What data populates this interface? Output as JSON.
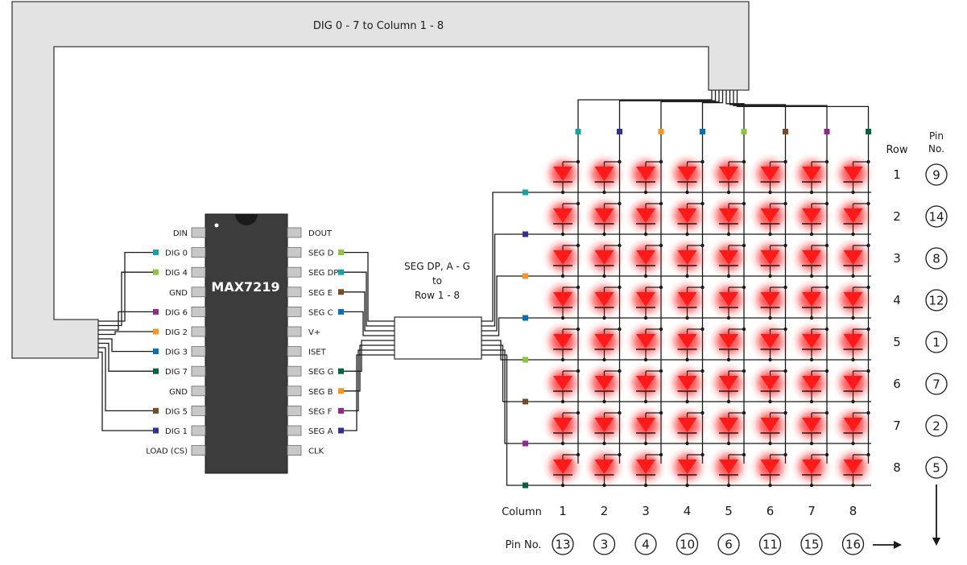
{
  "bus_top_label": "DIG 0 - 7  to  Column 1 - 8",
  "bus_mid_label": [
    "SEG DP, A - G",
    "to",
    "Row 1 - 8"
  ],
  "chip": {
    "name": "MAX7219",
    "left_pins": [
      {
        "label": "DIN",
        "color": ""
      },
      {
        "label": "DIG 0",
        "color": "#16a3a3"
      },
      {
        "label": "DIG 4",
        "color": "#8cc63e"
      },
      {
        "label": "GND",
        "color": ""
      },
      {
        "label": "DIG 6",
        "color": "#92278f"
      },
      {
        "label": "DIG 2",
        "color": "#f7941d"
      },
      {
        "label": "DIG 3",
        "color": "#0072bc"
      },
      {
        "label": "DIG 7",
        "color": "#00643a"
      },
      {
        "label": "GND",
        "color": ""
      },
      {
        "label": "DIG 5",
        "color": "#754c24"
      },
      {
        "label": "DIG 1",
        "color": "#2e3192"
      },
      {
        "label": "LOAD (CS)",
        "color": ""
      }
    ],
    "right_pins": [
      {
        "label": "DOUT",
        "color": ""
      },
      {
        "label": "SEG D",
        "color": "#8cc63e"
      },
      {
        "label": "SEG DP",
        "color": "#16a3a3"
      },
      {
        "label": "SEG E",
        "color": "#754c24"
      },
      {
        "label": "SEG C",
        "color": "#0072bc"
      },
      {
        "label": "V+",
        "color": ""
      },
      {
        "label": "ISET",
        "color": ""
      },
      {
        "label": "SEG G",
        "color": "#00643a"
      },
      {
        "label": "SEG B",
        "color": "#f7941d"
      },
      {
        "label": "SEG F",
        "color": "#92278f"
      },
      {
        "label": "SEG A",
        "color": "#2e3192"
      },
      {
        "label": "CLK",
        "color": ""
      }
    ]
  },
  "matrix": {
    "row_header": "Row",
    "pin_header": [
      "Pin",
      "No."
    ],
    "column_header": "Column",
    "bottom_pin_header": "Pin No.",
    "rows": [
      "1",
      "2",
      "3",
      "4",
      "5",
      "6",
      "7",
      "8"
    ],
    "row_pins": [
      "9",
      "14",
      "8",
      "12",
      "1",
      "7",
      "2",
      "5"
    ],
    "columns": [
      "1",
      "2",
      "3",
      "4",
      "5",
      "6",
      "7",
      "8"
    ],
    "column_pins": [
      "13",
      "3",
      "4",
      "10",
      "6",
      "11",
      "15",
      "16"
    ],
    "column_colors": [
      "#16a3a3",
      "#2e3192",
      "#f7941d",
      "#0072bc",
      "#8cc63e",
      "#754c24",
      "#92278f",
      "#00643a"
    ],
    "row_colors": [
      "#16a3a3",
      "#2e3192",
      "#f7941d",
      "#0072bc",
      "#8cc63e",
      "#754c24",
      "#92278f",
      "#00643a"
    ],
    "led_color": "#ff1a1a"
  }
}
